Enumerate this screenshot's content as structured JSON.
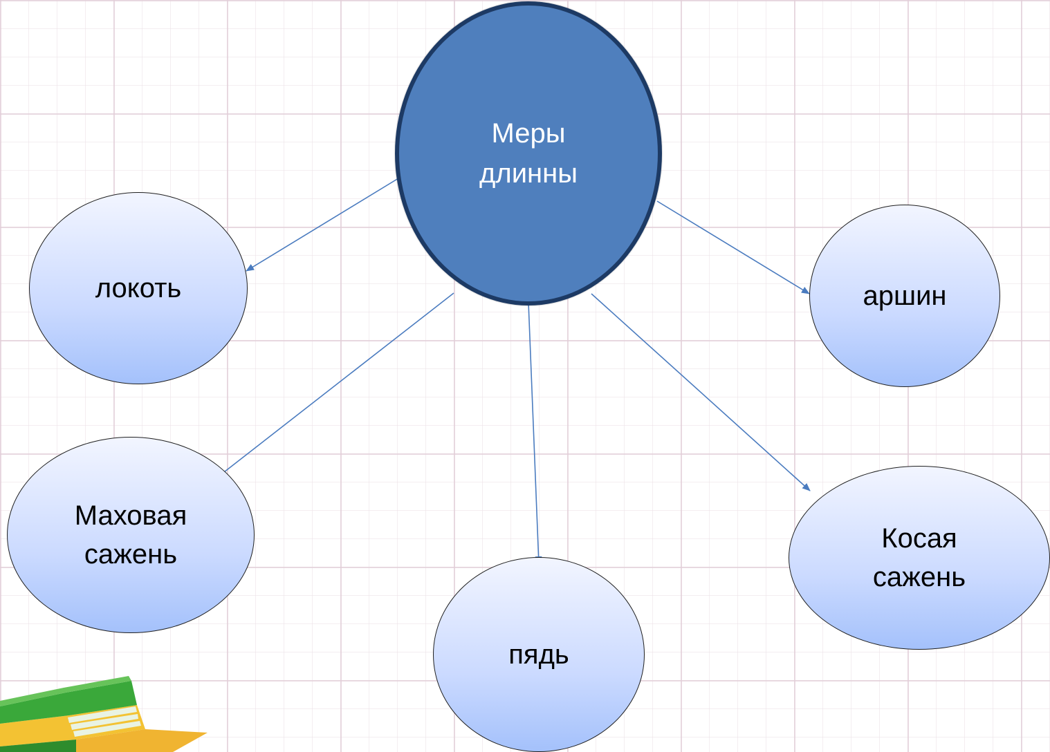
{
  "diagram": {
    "center": {
      "label": "Меры\nдлинны",
      "fill": "#4f7fbd",
      "border": "#1d3a64",
      "text_color": "#ffffff"
    },
    "nodes": [
      {
        "id": "lokot",
        "label": "локоть"
      },
      {
        "id": "arshin",
        "label": "аршин"
      },
      {
        "id": "makhovaya",
        "label": "Маховая\nсажень"
      },
      {
        "id": "pyad",
        "label": "пядь"
      },
      {
        "id": "kosaya",
        "label": "Косая\nсажень"
      }
    ],
    "edges": [
      {
        "from": "center",
        "to": "lokot"
      },
      {
        "from": "center",
        "to": "arshin"
      },
      {
        "from": "center",
        "to": "makhovaya"
      },
      {
        "from": "center",
        "to": "pyad"
      },
      {
        "from": "center",
        "to": "kosaya"
      }
    ],
    "colors": {
      "leaf_top": "#f2f5ff",
      "leaf_bottom": "#a4c1fb",
      "connector": "#4a7bbf",
      "grid": "#e2ced8"
    },
    "decoration_icon": "stacked-books-icon"
  }
}
